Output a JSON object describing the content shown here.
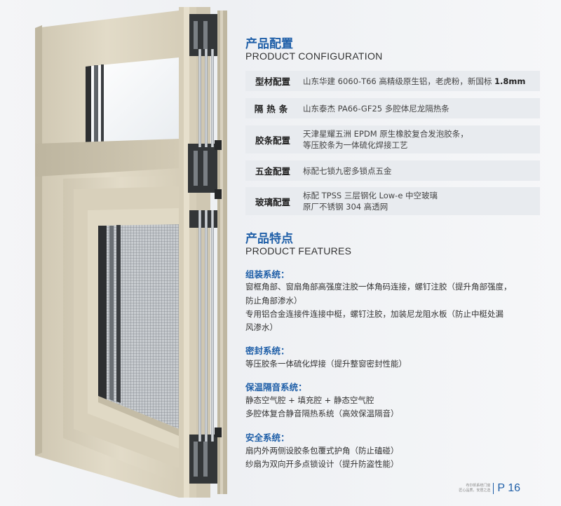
{
  "config": {
    "title": "产品配置",
    "subtitle": "PRODUCT CONFIGURATION",
    "rows": [
      {
        "label": "型材配置",
        "value": "山东华建 6060-T66 高精级原生铝，老虎粉，新国标 ",
        "value_bold": "1.8mm"
      },
      {
        "label": "隔热条",
        "value": "山东泰杰 PA66-GF25 多腔体尼龙隔热条"
      },
      {
        "label": "胶条配置",
        "line1": "天津星耀五洲 EPDM 原生橡胶复合发泡胶条，",
        "line2": "等压胶条为一体硫化焊接工艺"
      },
      {
        "label": "五金配置",
        "value": "标配七锁九密多锁点五金"
      },
      {
        "label": "玻璃配置",
        "line1": "标配 TPSS 三层钢化 Low-e 中空玻璃",
        "line2": "原厂不锈钢 304 高透网"
      }
    ]
  },
  "features": {
    "title": "产品特点",
    "subtitle": "PRODUCT FEATURES",
    "groups": [
      {
        "head": "组装系统：",
        "lines": [
          "窗框角部、窗扇角部高强度注胶一体角码连接，螺钉注胶（提升角部强度，",
          "防止角部渗水）",
          "专用铝合金连接件连接中梃，螺钉注胶，加装尼龙阻水板（防止中梃处漏",
          "风渗水）"
        ]
      },
      {
        "head": "密封系统：",
        "lines": [
          "等压胶条一体硫化焊接（提升整窗密封性能）"
        ]
      },
      {
        "head": "保温隔音系统：",
        "lines": [
          "静态空气腔 + 填充腔 + 静态空气腔",
          "多腔体复合静音隔热系统（高效保温隔音）"
        ]
      },
      {
        "head": "安全系统：",
        "lines": [
          "扇内外两侧设胶条包覆式护角（防止磕碰）",
          "纱扇为双向开多点锁设计（提升防盗性能）"
        ]
      }
    ]
  },
  "footer": {
    "small_line1": "布尔帆系统门窗",
    "small_line2": "匠心品质，安居之选",
    "page": "P 16"
  },
  "colors": {
    "accent": "#1f5fa8",
    "row_bg": "#e8ebef",
    "frame": "#d9d2c0"
  }
}
